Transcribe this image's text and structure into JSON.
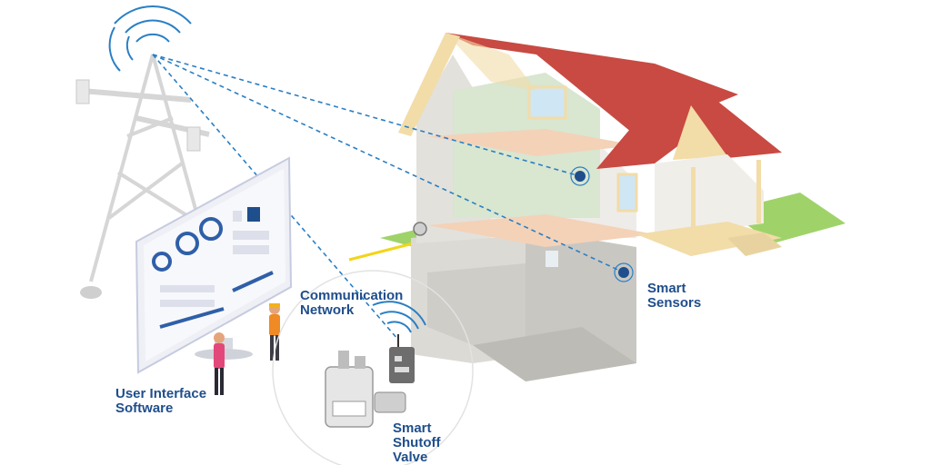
{
  "labels": {
    "communication_network": "Communication\nNetwork",
    "smart_sensors": "Smart\nSensors",
    "user_interface_software": "User Interface\nSoftware",
    "smart_shutoff_valve": "Smart\nShutoff\nValve"
  },
  "colors": {
    "label_text": "#1f4e8c",
    "signal_line": "#2a7fc4",
    "roof": "#c84a42",
    "wall": "#e8e6e1",
    "trim": "#f2dca8",
    "floor": "#f3d2b8",
    "grass": "#9fd36a",
    "tower": "#e4e4e4",
    "gas_line": "#f2d51a"
  },
  "icons": [
    "transmission-tower-icon",
    "signal-waves-icon",
    "monitor-dashboard-icon",
    "house-cutaway-icon",
    "smart-sensor-icon",
    "gas-meter-icon",
    "smart-shutoff-valve-icon",
    "worker-person-icon"
  ]
}
